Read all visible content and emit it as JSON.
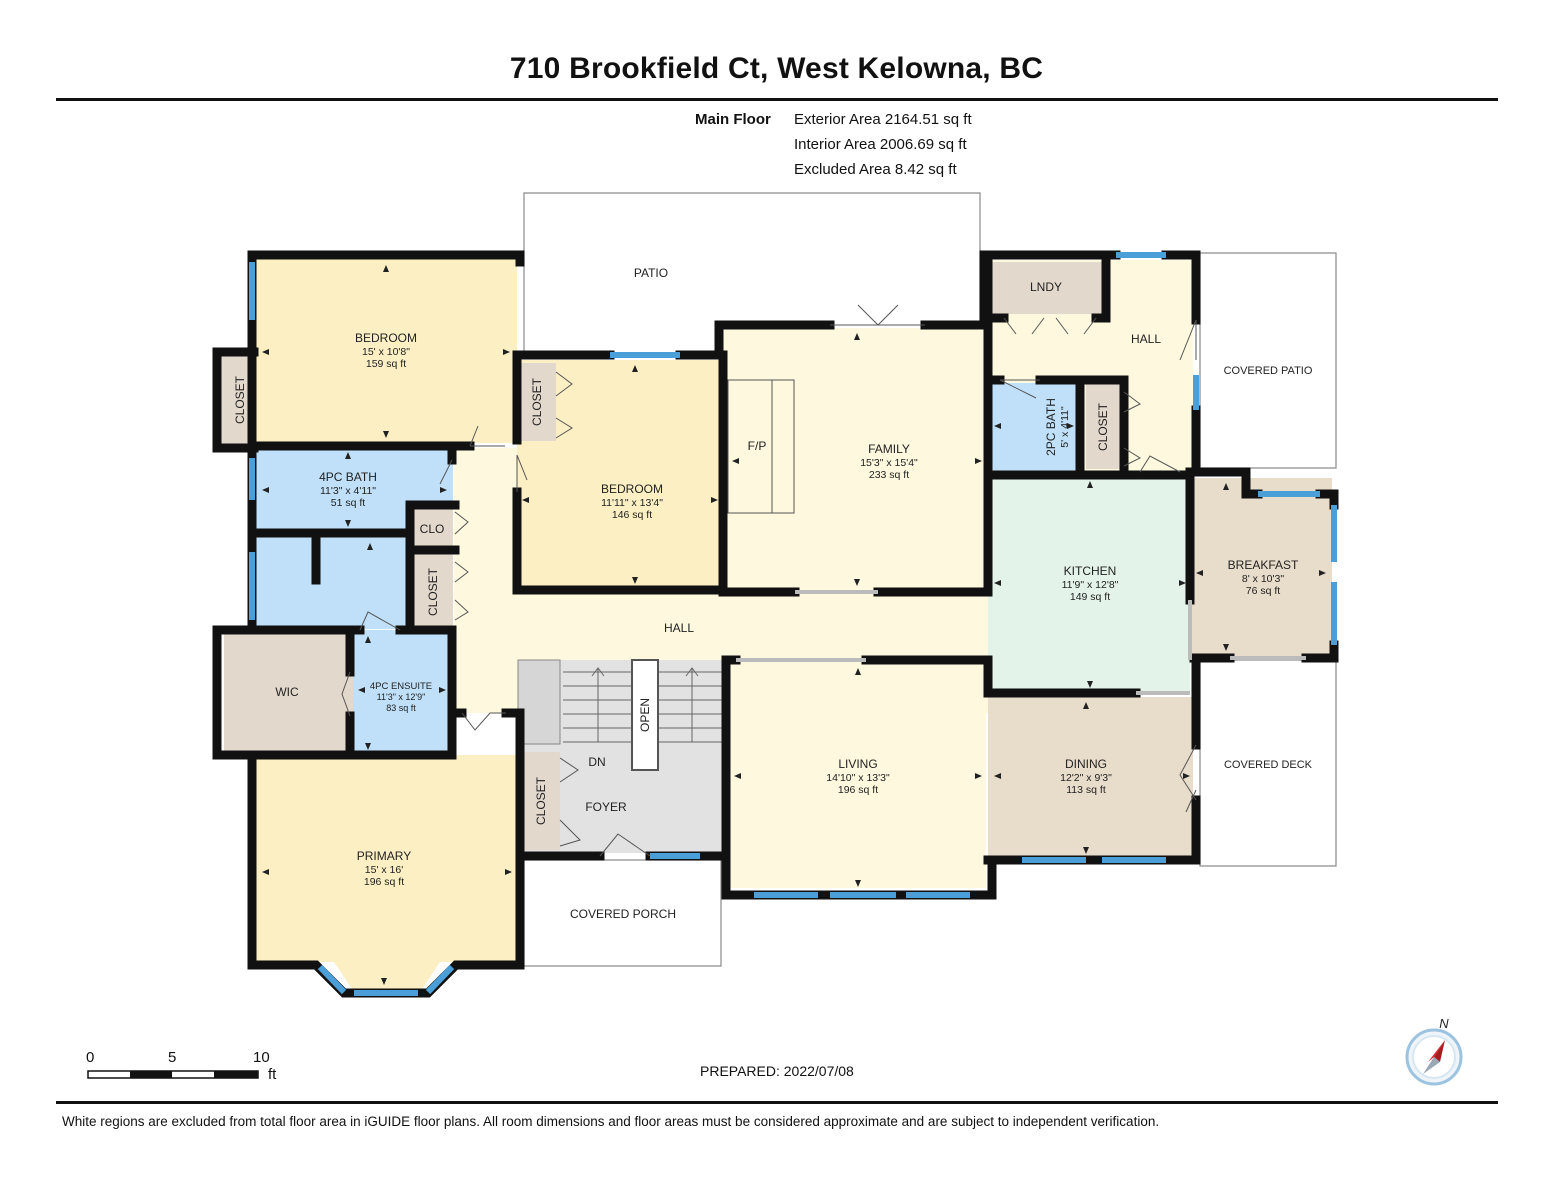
{
  "title": "710 Brookfield Ct, West Kelowna, BC",
  "floor": {
    "name": "Main Floor",
    "exterior_area": "Exterior Area 2164.51 sq ft",
    "interior_area": "Interior Area 2006.69 sq ft",
    "excluded_area": "Excluded Area 8.42 sq ft"
  },
  "rooms": {
    "bedroom1": {
      "name": "BEDROOM",
      "dims": "15' x 10'8\"",
      "area": "159 sq ft"
    },
    "bedroom2": {
      "name": "BEDROOM",
      "dims": "11'11\" x 13'4\"",
      "area": "146 sq ft"
    },
    "family": {
      "name": "FAMILY",
      "dims": "15'3\" x 15'4\"",
      "area": "233 sq ft"
    },
    "bath4pc": {
      "name": "4PC BATH",
      "dims": "11'3\" x 4'11\"",
      "area": "51 sq ft"
    },
    "ensuite": {
      "name": "4PC ENSUITE",
      "dims": "11'3\" x 12'9\"",
      "area": "83 sq ft"
    },
    "primary": {
      "name": "PRIMARY",
      "dims": "15' x 16'",
      "area": "196 sq ft"
    },
    "kitchen": {
      "name": "KITCHEN",
      "dims": "11'9\" x 12'8\"",
      "area": "149 sq ft"
    },
    "breakfast": {
      "name": "BREAKFAST",
      "dims": "8' x 10'3\"",
      "area": "76 sq ft"
    },
    "living": {
      "name": "LIVING",
      "dims": "14'10\" x 13'3\"",
      "area": "196 sq ft"
    },
    "dining": {
      "name": "DINING",
      "dims": "12'2\" x 9'3\"",
      "area": "113 sq ft"
    },
    "bath2pc": {
      "name": "2PC BATH",
      "dims": "5' x 4'11\""
    }
  },
  "labels": {
    "patio": "PATIO",
    "covered_patio": "COVERED PATIO",
    "covered_deck": "COVERED DECK",
    "covered_porch": "COVERED PORCH",
    "lndy": "LNDY",
    "hall": "HALL",
    "closet": "CLOSET",
    "clo": "CLO",
    "wic": "WIC",
    "fp": "F/P",
    "foyer": "FOYER",
    "dn": "DN",
    "open": "OPEN"
  },
  "scale": {
    "ticks": [
      "0",
      "5",
      "10"
    ],
    "unit": "ft"
  },
  "compass": {
    "label": "N"
  },
  "prepared": "PREPARED: 2022/07/08",
  "disclaimer": "White regions are excluded from total floor area in iGUIDE floor plans. All room dimensions and floor areas must be considered approximate and are subject to independent verification.",
  "colors": {
    "bedroom": "#fcefc4",
    "bath": "#bfe0f8",
    "hall": "#fdf8de",
    "kitchen": "#e3f3e9",
    "tan": "#e8dccb",
    "foyer": "#e2e2e2",
    "closet": "#e2d9cc",
    "window": "#4a9fd8"
  }
}
